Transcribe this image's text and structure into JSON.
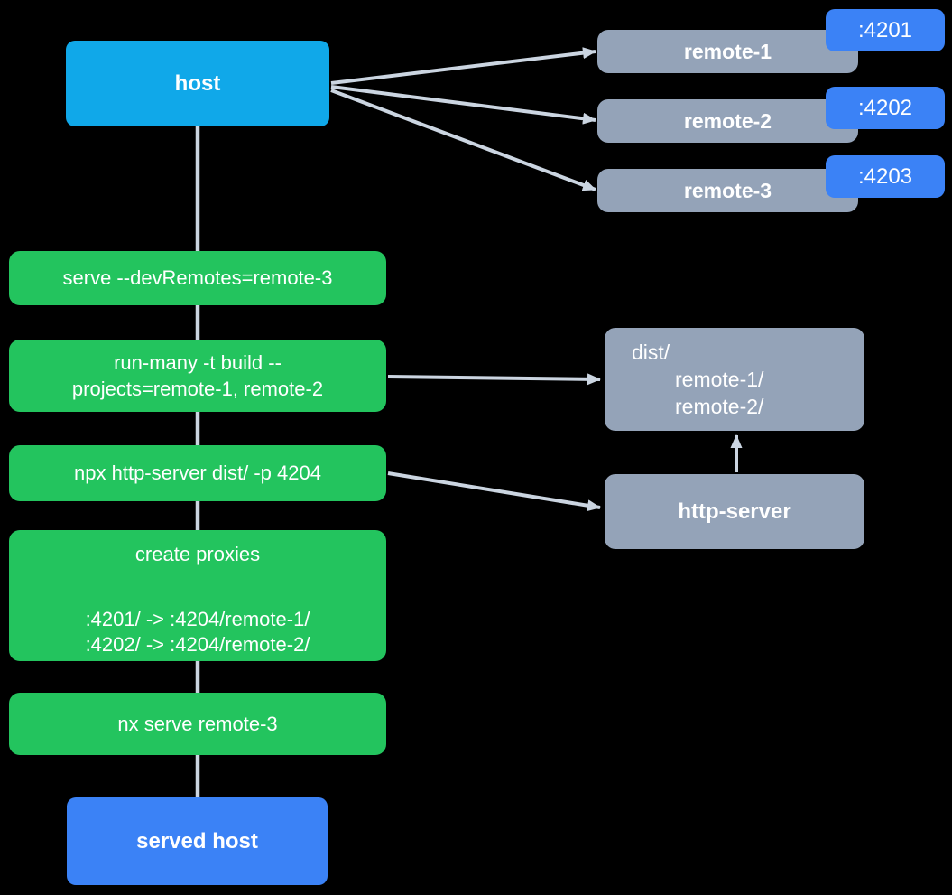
{
  "colors": {
    "host_fill": "#10A8E9",
    "remote_fill": "#94A3B8",
    "badge_fill": "#3B82F6",
    "command_fill": "#23C45E",
    "served_host_fill": "#3B82F6",
    "connector": "#CBD5E1",
    "text": "#FFFFFF",
    "background": "#000000"
  },
  "diagram": {
    "type": "flowchart",
    "nodes": {
      "host": {
        "label": "host"
      },
      "served_host": {
        "label": "served host"
      },
      "http_server": {
        "label": "http-server"
      },
      "dist": {
        "title": "dist/",
        "entries": [
          "remote-1/",
          "remote-2/"
        ]
      }
    },
    "remotes": [
      {
        "label": "remote-1",
        "port": ":4201"
      },
      {
        "label": "remote-2",
        "port": ":4202"
      },
      {
        "label": "remote-3",
        "port": ":4203"
      }
    ],
    "commands": {
      "serve": "serve --devRemotes=remote-3",
      "run_many_line1": "run-many -t build --",
      "run_many_line2": "projects=remote-1, remote-2",
      "http_server": "npx http-server dist/ -p 4204",
      "proxies_title": "create proxies",
      "proxy_rules": [
        ":4201/ -> :4204/remote-1/",
        ":4202/ -> :4204/remote-2/"
      ],
      "nx_serve": "nx serve remote-3"
    },
    "edges": [
      {
        "from": "host",
        "to": "remote-1"
      },
      {
        "from": "host",
        "to": "remote-2"
      },
      {
        "from": "host",
        "to": "remote-3"
      },
      {
        "from": "run-many",
        "to": "dist"
      },
      {
        "from": "npx-http-server",
        "to": "http-server"
      },
      {
        "from": "http-server",
        "to": "dist"
      },
      {
        "from": "host",
        "to": "served host",
        "via": "command chain"
      }
    ]
  }
}
